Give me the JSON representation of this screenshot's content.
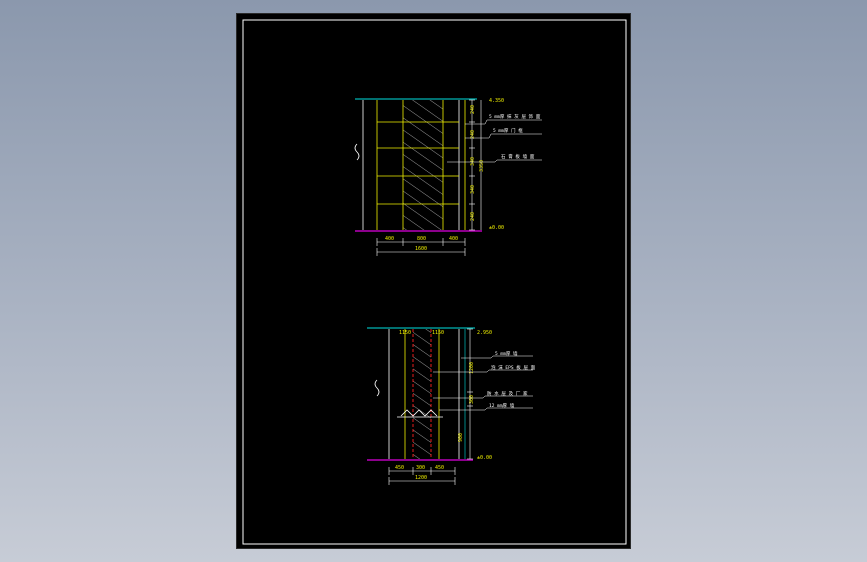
{
  "colors": {
    "background": "#8b98ad",
    "sheet": "#000000",
    "frame": "#ffffff",
    "yellow": "#f0f000",
    "cyan": "#00e0e0",
    "magenta": "#e000e0",
    "red": "#ff2020",
    "white": "#ffffff",
    "hatch": "#c8c8c8"
  },
  "detail_1": {
    "elev_top": "4.350",
    "elev_bottom": "±0.00",
    "left_dims": [
      "240",
      "240",
      "340",
      "340",
      "240"
    ],
    "right_dim_total": "3350",
    "bottom_dims": [
      "400",
      "800",
      "400"
    ],
    "bottom_total": "1600",
    "label_1": "5 mm厚 抹 灰 层 饰 面",
    "label_2": "5 mm厚 门 框",
    "label_3": "石 膏 板 墙 面"
  },
  "detail_2": {
    "elev_top": "2.950",
    "elev_bottom": "±0.00",
    "top_dims": [
      "1150",
      "1150"
    ],
    "right_dims": [
      "1200",
      "300",
      "900"
    ],
    "bottom_dims": [
      "450",
      "300",
      "450"
    ],
    "bottom_total": "1200",
    "label_1": "5 mm厚 墙",
    "label_2": "泡 沫 EPS 板 层 面",
    "label_3": "防 水 层 及 厂 家",
    "label_4": "12 mm厚 墙"
  }
}
